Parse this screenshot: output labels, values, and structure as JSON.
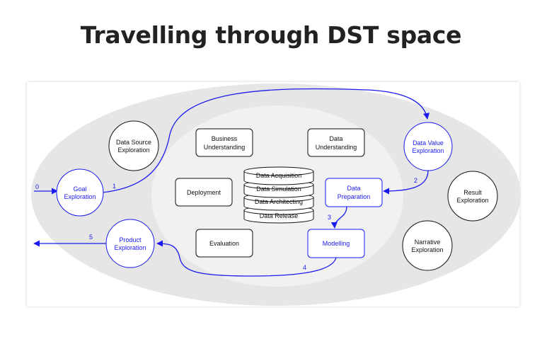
{
  "title": "Travelling through DST space",
  "nodes": {
    "data_source": [
      "Data Source",
      "Exploration"
    ],
    "goal": [
      "Goal",
      "Exploration"
    ],
    "product": [
      "Product",
      "Exploration"
    ],
    "data_value": [
      "Data Value",
      "Exploration"
    ],
    "result": [
      "Result",
      "Exploration"
    ],
    "narrative": [
      "Narrative",
      "Exploration"
    ],
    "business": [
      "Business",
      "Understanding"
    ],
    "data_understanding": [
      "Data",
      "Understanding"
    ],
    "deployment": "Deployment",
    "evaluation": "Evaluation",
    "data_preparation": [
      "Data",
      "Preparation"
    ],
    "modelling": "Modelling"
  },
  "stack": [
    "Data Acquisition",
    "Data Simulation",
    "Data Architecting",
    "Data Release"
  ],
  "steps": [
    "0",
    "1",
    "2",
    "3",
    "4",
    "5"
  ],
  "colors": {
    "path_blue": "#1a1aee",
    "outer_ellipse": "#e6e6e6",
    "inner_ellipse": "#efefef",
    "stroke": "#111111"
  }
}
